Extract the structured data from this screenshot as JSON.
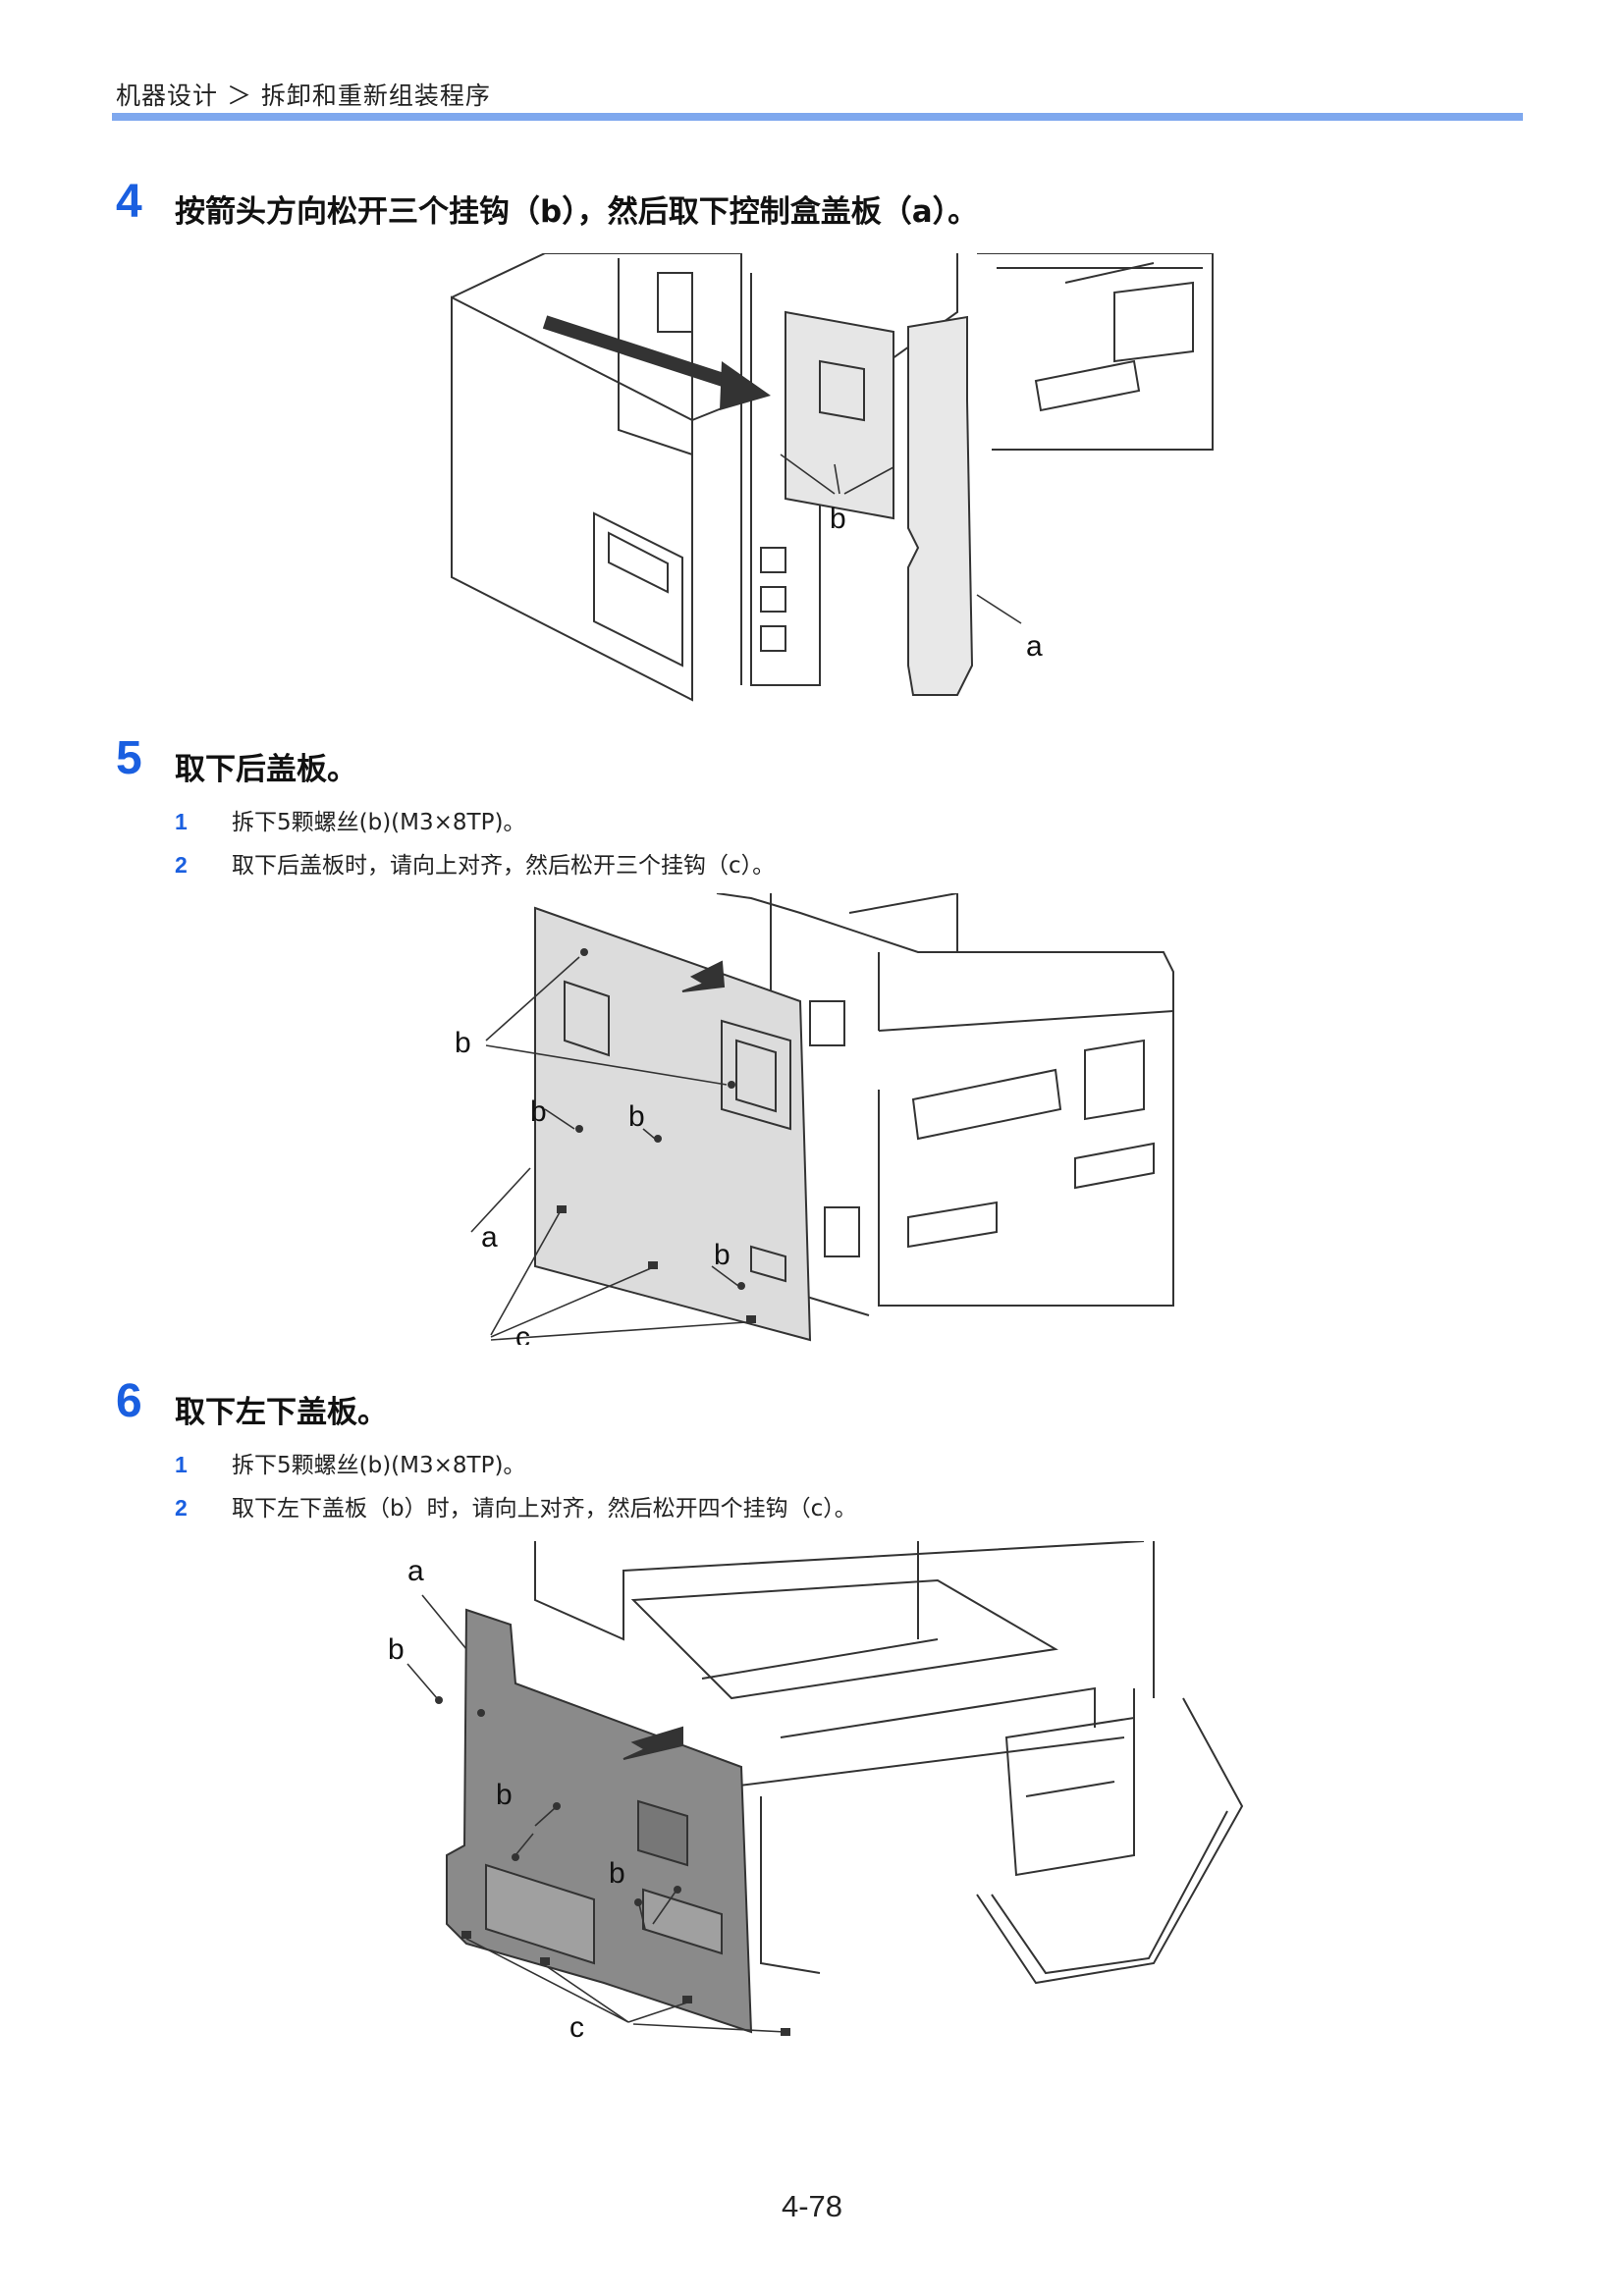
{
  "header": {
    "breadcrumb": "机器设计 ＞ 拆卸和重新组装程序"
  },
  "steps": [
    {
      "number": "4",
      "title": "按箭头方向松开三个挂钩（b），然后取下控制盒盖板（a）。",
      "substeps": [],
      "figure_labels": {
        "b": "b",
        "a": "a"
      }
    },
    {
      "number": "5",
      "title": "取下后盖板。",
      "substeps": [
        {
          "n": "1",
          "text": "拆下5颗螺丝(b)(M3×8TP)。"
        },
        {
          "n": "2",
          "text": "取下后盖板时，请向上对齐，然后松开三个挂钩（c）。"
        }
      ],
      "figure_labels": {
        "b1": "b",
        "b2": "b",
        "b3": "b",
        "b4": "b",
        "a": "a",
        "c": "c"
      }
    },
    {
      "number": "6",
      "title": "取下左下盖板。",
      "substeps": [
        {
          "n": "1",
          "text": "拆下5颗螺丝(b)(M3×8TP)。"
        },
        {
          "n": "2",
          "text": "取下左下盖板（b）时，请向上对齐，然后松开四个挂钩（c）。"
        }
      ],
      "figure_labels": {
        "a": "a",
        "b1": "b",
        "b2": "b",
        "b3": "b",
        "c": "c"
      }
    }
  ],
  "page_number": "4-78"
}
